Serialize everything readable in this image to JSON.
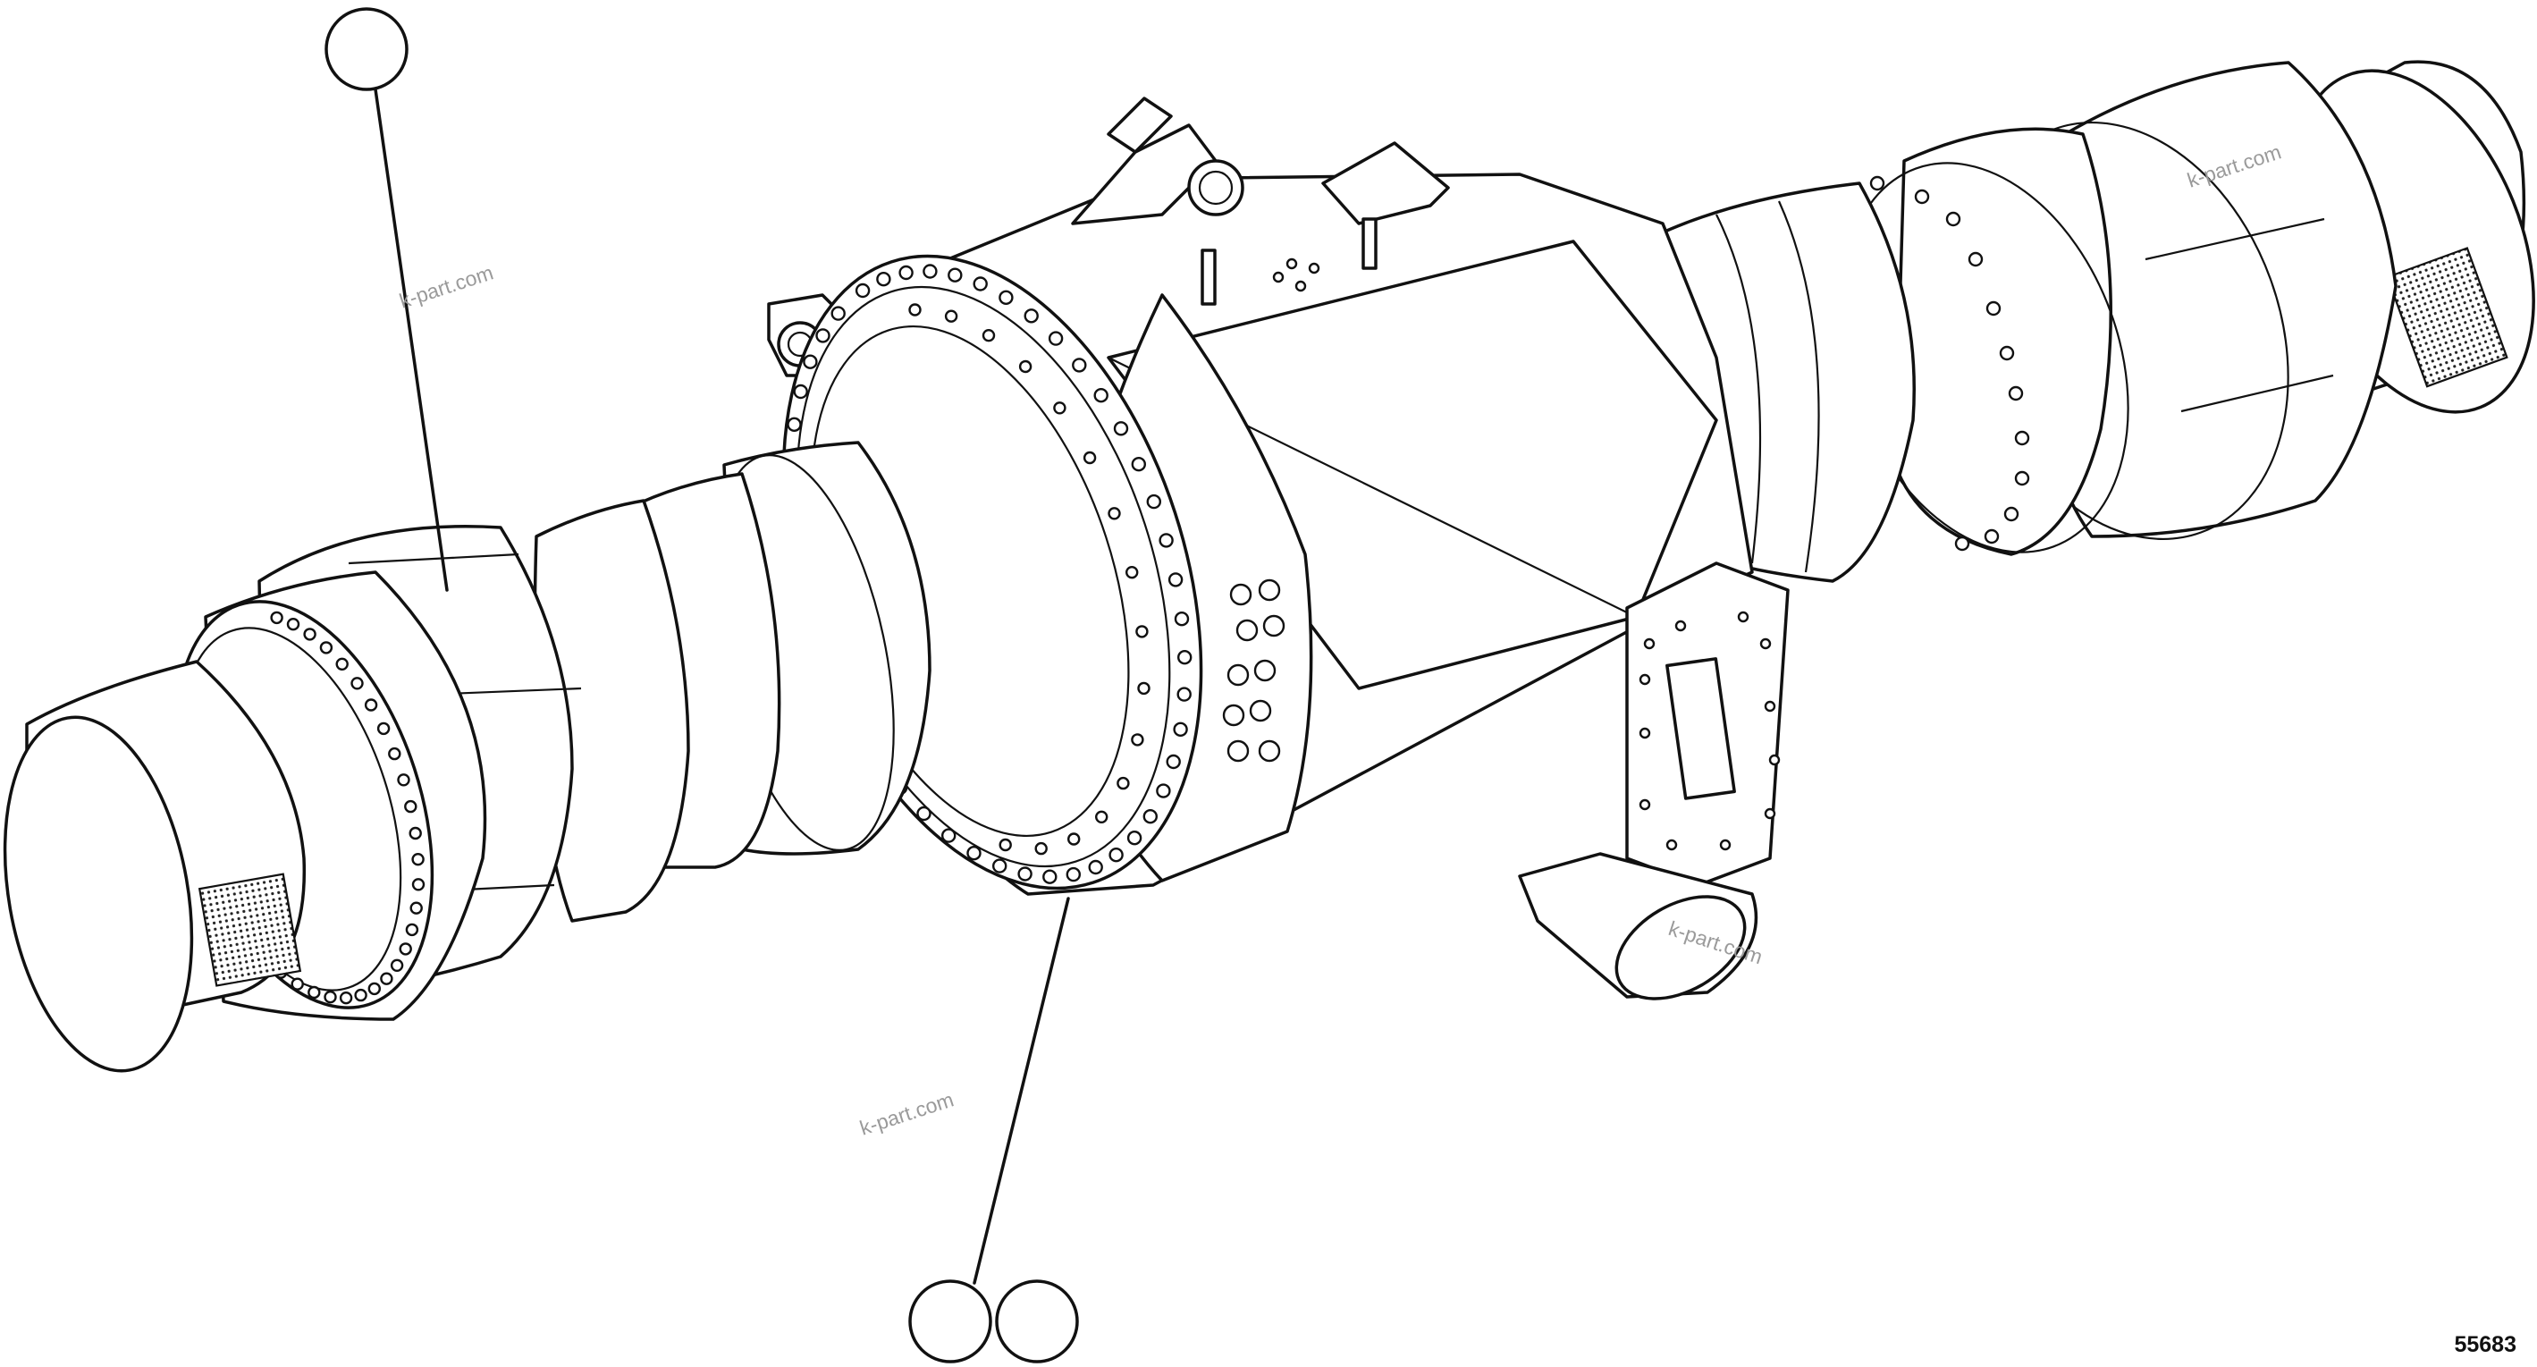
{
  "figure_number": "55683",
  "watermarks": [
    "k-part.com",
    "k-part.com",
    "k-part.com",
    "k-part.com"
  ],
  "callouts": [
    {
      "id": "callout-1",
      "label": ""
    },
    {
      "id": "callout-2",
      "label": ""
    },
    {
      "id": "callout-3",
      "label": ""
    }
  ],
  "colors": {
    "line": "#111111",
    "background": "#ffffff",
    "watermark": "#9a9a9a"
  }
}
